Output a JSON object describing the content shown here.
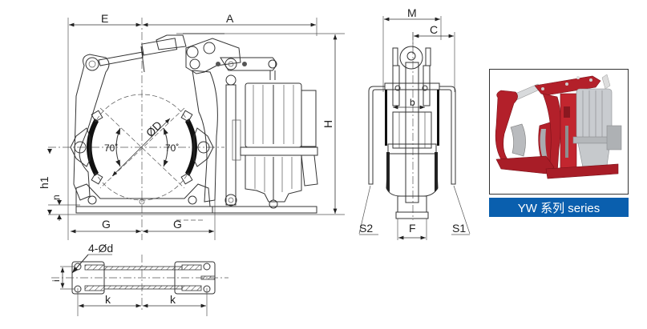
{
  "drawing": {
    "front_view": {
      "dimensions": {
        "E": "E",
        "A": "A",
        "H": "H",
        "h1": "h1",
        "n": "n",
        "G_left": "G",
        "G_right": "G",
        "D": "ØD",
        "angle_left": "70˚",
        "angle_right": "70˚"
      }
    },
    "side_view": {
      "dimensions": {
        "M": "M",
        "C": "C",
        "b": "b",
        "S2": "S2",
        "F": "F",
        "S1": "S1"
      }
    },
    "base_plan": {
      "dimensions": {
        "holes": "4-Ød",
        "i": "i",
        "k_left": "k",
        "k_right": "k"
      }
    }
  },
  "product": {
    "series_label": "YW 系列 series",
    "colors": {
      "frame_red": "#b3202a",
      "thruster_silver": "#c9ccd0",
      "label_blue": "#0a5fae"
    }
  }
}
